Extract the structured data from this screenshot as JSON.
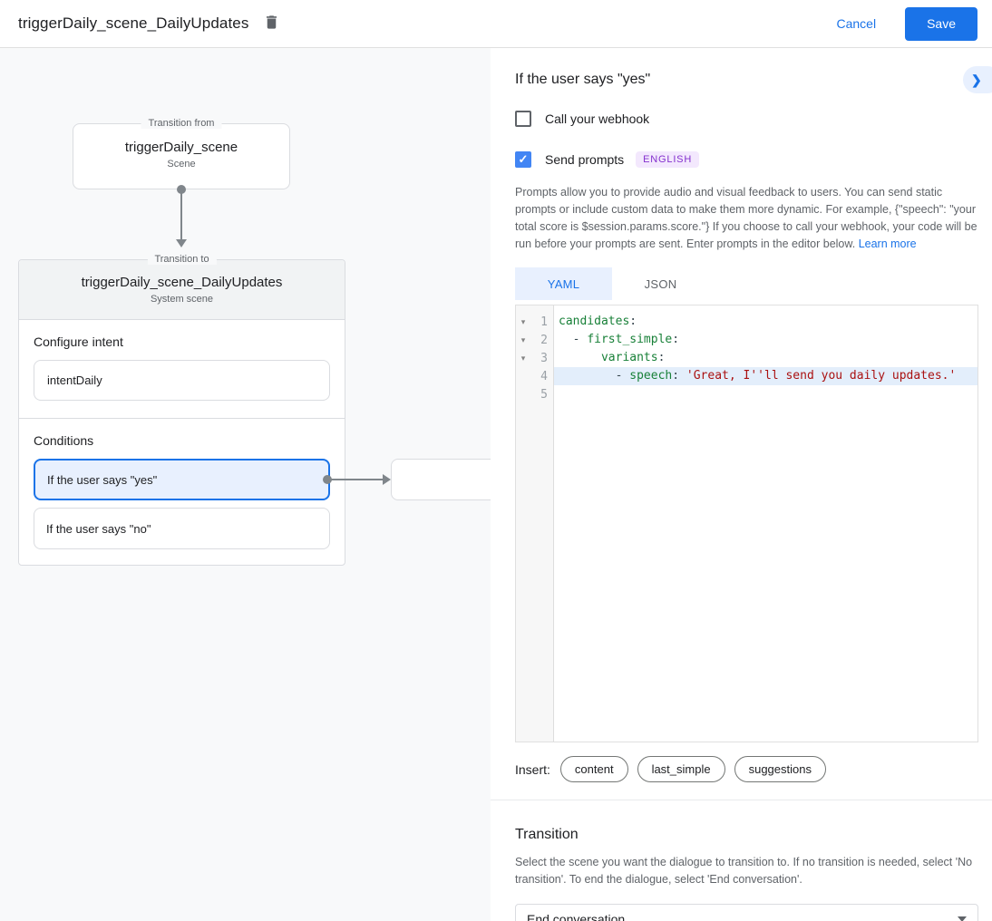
{
  "header": {
    "title": "triggerDaily_scene_DailyUpdates",
    "cancel_label": "Cancel",
    "save_label": "Save"
  },
  "canvas": {
    "from_box": {
      "legend": "Transition from",
      "title": "triggerDaily_scene",
      "subtitle": "Scene"
    },
    "to_card": {
      "legend": "Transition to",
      "title": "triggerDaily_scene_DailyUpdates",
      "subtitle": "System scene",
      "configure_intent_label": "Configure intent",
      "intent_value": "intentDaily",
      "conditions_label": "Conditions",
      "conditions": [
        {
          "label": "If the user says \"yes\"",
          "selected": true
        },
        {
          "label": "If the user says \"no\"",
          "selected": false
        }
      ]
    }
  },
  "panel": {
    "title": "If the user says \"yes\"",
    "collapse_icon": "❯",
    "webhook_label": "Call your webhook",
    "webhook_checked": false,
    "send_prompts_label": "Send prompts",
    "send_prompts_checked": true,
    "checkmark": "✓",
    "language_badge": "ENGLISH",
    "description": "Prompts allow you to provide audio and visual feedback to users. You can send static prompts or include custom data to make them more dynamic. For example, {\"speech\": \"your total score is $session.params.score.\"} If you choose to call your webhook, your code will be run before your prompts are sent. Enter prompts in the editor below.",
    "learn_more_label": "Learn more",
    "tabs": [
      {
        "label": "YAML",
        "active": true
      },
      {
        "label": "JSON",
        "active": false
      }
    ],
    "editor": {
      "fold_icon": "▾",
      "lines": [
        {
          "num": "1",
          "fold": true,
          "highlight": false,
          "tokens": [
            {
              "type": "key",
              "text": "candidates"
            },
            {
              "type": "plain",
              "text": ":"
            }
          ]
        },
        {
          "num": "2",
          "fold": true,
          "highlight": false,
          "tokens": [
            {
              "type": "plain",
              "text": "  - "
            },
            {
              "type": "key",
              "text": "first_simple"
            },
            {
              "type": "plain",
              "text": ":"
            }
          ]
        },
        {
          "num": "3",
          "fold": true,
          "highlight": false,
          "tokens": [
            {
              "type": "plain",
              "text": "      "
            },
            {
              "type": "key",
              "text": "variants"
            },
            {
              "type": "plain",
              "text": ":"
            }
          ]
        },
        {
          "num": "4",
          "fold": false,
          "highlight": true,
          "tokens": [
            {
              "type": "plain",
              "text": "        - "
            },
            {
              "type": "key",
              "text": "speech"
            },
            {
              "type": "plain",
              "text": ": "
            },
            {
              "type": "string",
              "text": "'Great, I''ll send you daily updates.'"
            }
          ]
        },
        {
          "num": "5",
          "fold": false,
          "highlight": false,
          "tokens": []
        }
      ]
    },
    "insert_label": "Insert:",
    "insert_chips": [
      {
        "label": "content"
      },
      {
        "label": "last_simple"
      },
      {
        "label": "suggestions"
      }
    ],
    "transition": {
      "title": "Transition",
      "description": "Select the scene you want the dialogue to transition to. If no transition is needed, select 'No transition'. To end the dialogue, select 'End conversation'.",
      "selected_value": "End conversation"
    }
  },
  "colors": {
    "accent_blue": "#1a73e8",
    "checkbox_blue": "#4285f4",
    "selected_fill": "#e8f0fe",
    "canvas_bg": "#f8f9fa",
    "badge_bg": "#f3e8fd",
    "badge_text": "#8430ce",
    "code_key": "#188038",
    "code_string": "#aa1111",
    "line_highlight": "#e3eefb"
  }
}
